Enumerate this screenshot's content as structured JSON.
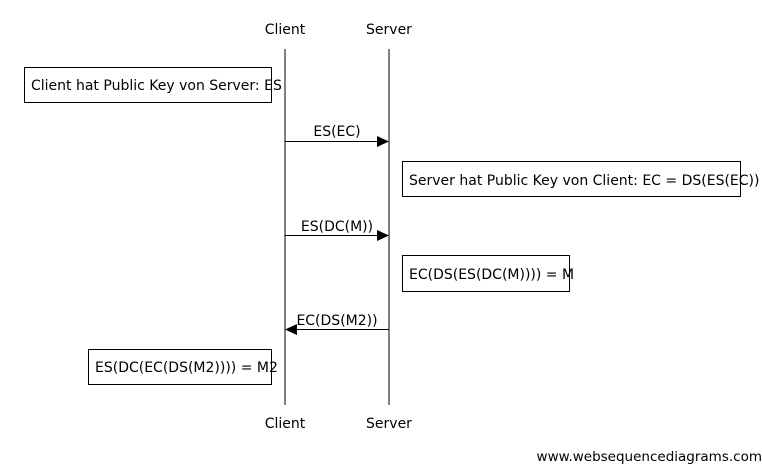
{
  "participants": [
    {
      "id": "client",
      "name": "Client"
    },
    {
      "id": "server",
      "name": "Server"
    }
  ],
  "notes": [
    {
      "text": "Client hat Public Key von Server: ES"
    },
    {
      "text": "Server hat Public Key von Client: EC = DS(ES(EC))"
    },
    {
      "text": "EC(DS(ES(DC(M)))) = M"
    },
    {
      "text": "ES(DC(EC(DS(M2)))) = M2"
    }
  ],
  "messages": [
    {
      "from": "client",
      "to": "server",
      "label": "ES(EC)"
    },
    {
      "from": "client",
      "to": "server",
      "label": "ES(DC(M))"
    },
    {
      "from": "server",
      "to": "client",
      "label": "EC(DS(M2))"
    }
  ],
  "watermark": "www.websequencediagrams.com"
}
